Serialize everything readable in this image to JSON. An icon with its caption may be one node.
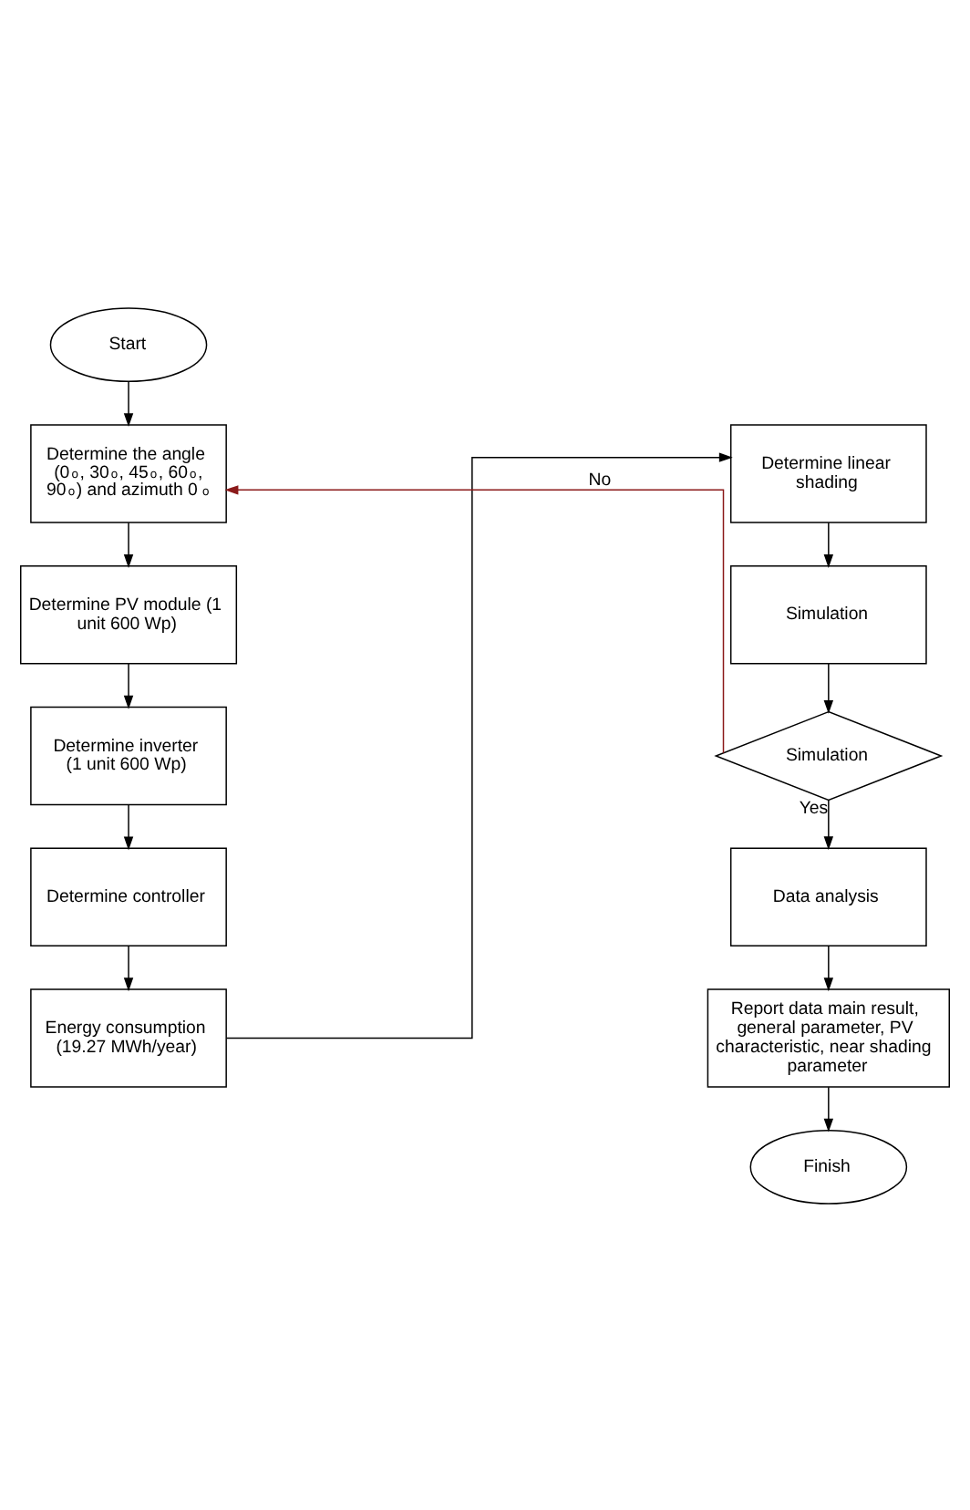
{
  "diagram": {
    "nodes": [
      {
        "text": [
          "Start"
        ]
      },
      {
        "text": [
          "Determine the angle (0$^{o}$, 30$^{o}$, 45$^{o}$, 60$^{o}$, 90$^{o}$) and azimuth 0$^{o}$"
        ]
      },
      {
        "text": [
          "Determine PV module (1 unit 600 Wp)"
        ]
      },
      {
        "text": [
          "Determine inverter (1 unit 600 Wp)"
        ]
      },
      {
        "text": [
          "Determine controller"
        ]
      },
      {
        "text": [
          "Energy consumption (19.27 MWh/year)"
        ]
      },
      {
        "text": [
          "Determine linear shading"
        ]
      },
      {
        "text": [
          "Simulation"
        ]
      },
      {
        "text": [
          "Simulation"
        ]
      },
      {
        "text": [
          "Data analysis"
        ]
      },
      {
        "text": [
          "Report data main result, general parameter, PV characteristic, near shading parameter"
        ]
      },
      {
        "text": [
          "Finish"
        ]
      }
    ],
    "edges": [
      {
        "from": 0,
        "to": 1,
        "arrow": "to"
      },
      {
        "from": 1,
        "to": 2,
        "arrow": "to"
      },
      {
        "from": 2,
        "to": 3,
        "arrow": "to"
      },
      {
        "from": 3,
        "to": 4,
        "arrow": "to"
      },
      {
        "from": 4,
        "to": 5,
        "arrow": "to"
      },
      {
        "from": 5,
        "to": 6,
        "arrow": "to"
      },
      {
        "from": 6,
        "to": 7,
        "arrow": "to"
      },
      {
        "from": 7,
        "to": 8,
        "arrow": "to"
      },
      {
        "from": 8,
        "to": 9,
        "arrow": "to",
        "label": "Yes"
      },
      {
        "from": 8,
        "to": 1,
        "arrow": "to",
        "label": "No",
        "color": "#8b1a1a"
      },
      {
        "from": 9,
        "to": 10,
        "arrow": "to"
      },
      {
        "from": 10,
        "to": 11,
        "arrow": "to"
      }
    ]
  }
}
